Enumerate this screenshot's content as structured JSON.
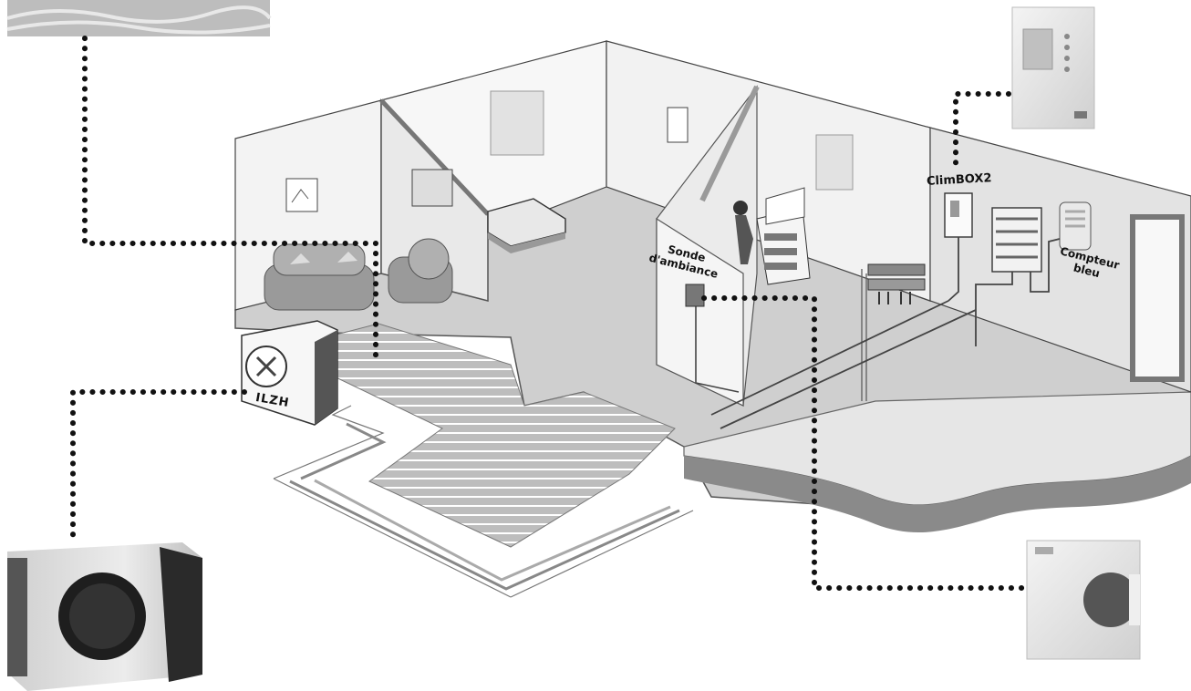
{
  "labels": {
    "climbox": "ClimBOX2",
    "sonde_line1": "Sonde",
    "sonde_line2": "d'ambiance",
    "compteur_line1": "Compteur",
    "compteur_line2": "bleu",
    "heat_pump": "ILZH"
  },
  "colors": {
    "floor": "#c8c8c8",
    "wall": "#f2f2f2",
    "outline": "#333333",
    "connector_dots": "#111111",
    "photo_gray": "#d9d9d9"
  },
  "icons": [
    "floor-heating-photo",
    "heat-pump-photo",
    "climbox-photo",
    "room-sensor-photo",
    "sofa-icon",
    "armchair-icon",
    "bed-icon",
    "desk-icon",
    "manifold-icon",
    "picture-frame-icon"
  ]
}
